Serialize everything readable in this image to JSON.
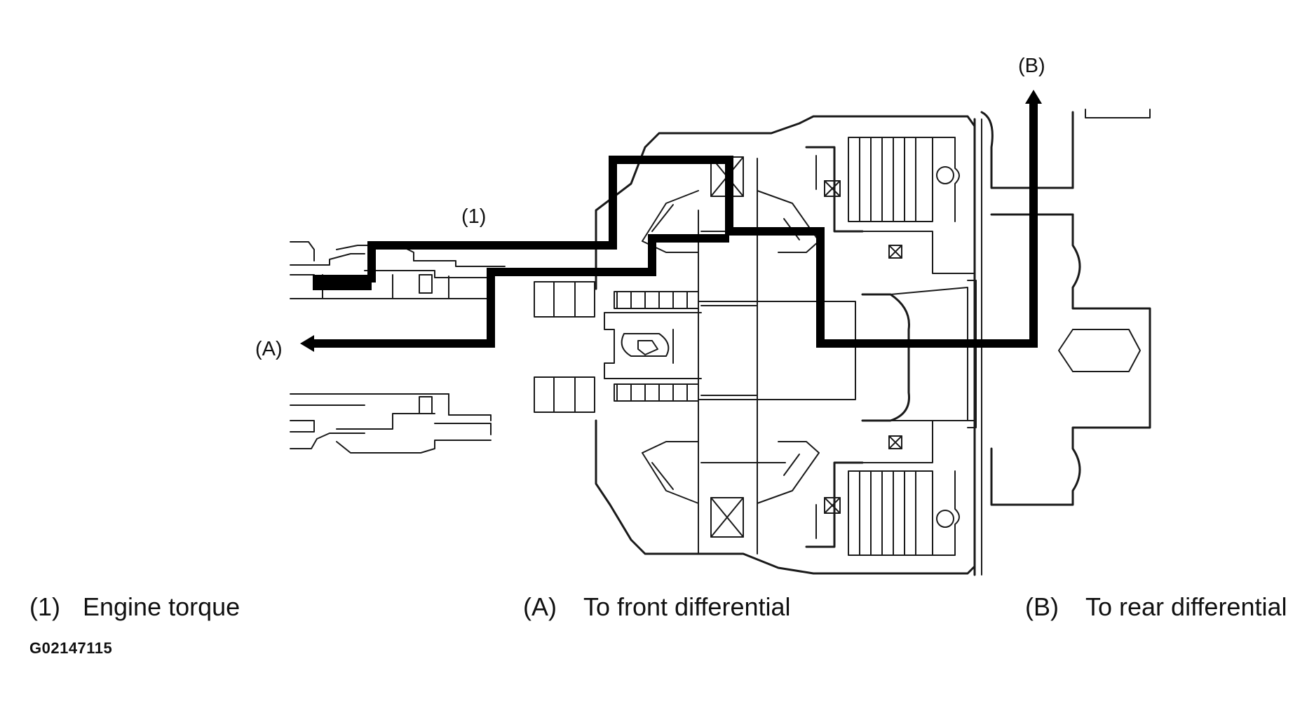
{
  "callouts": {
    "engine_torque": "(1)",
    "front": "(A)",
    "rear": "(B)"
  },
  "legend": [
    {
      "key": "(1)",
      "text": "Engine torque"
    },
    {
      "key": "(A)",
      "text": "To front differential"
    },
    {
      "key": "(B)",
      "text": "To rear differential"
    }
  ],
  "figure_code": "G02147115",
  "colors": {
    "line": "#1a1a1a",
    "torque_path": "#000000",
    "background": "#ffffff"
  }
}
